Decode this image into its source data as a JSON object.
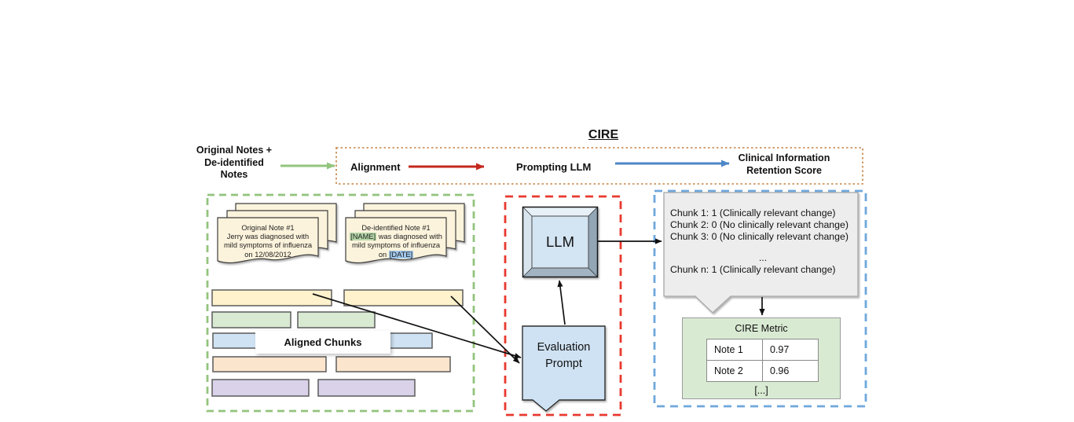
{
  "diagram_title": "CIRE",
  "header": {
    "input_label": "Original Notes +\nDe-identified\nNotes",
    "steps": {
      "alignment": "Alignment",
      "prompting": "Prompting LLM",
      "score": "Clinical Information\nRetention Score"
    }
  },
  "alignment_panel": {
    "original_note": {
      "title": "Original Note #1",
      "line2": "Jerry was diagnosed with",
      "line3": "mild symptoms of influenza",
      "line4": "on 12/08/2012"
    },
    "deid_note": {
      "title": "De-identified Note #1",
      "name_token": "[NAME]",
      "line2_rest": " was diagnosed with",
      "line3": "mild symptoms of influenza",
      "line4_prefix": "on ",
      "date_token": "[DATE]"
    },
    "aligned_chunks_label": "Aligned Chunks"
  },
  "prompting_panel": {
    "llm_label": "LLM",
    "prompt_label": "Evaluation\nPrompt"
  },
  "output_panel": {
    "chunk_results": [
      "Chunk 1: 1 (Clinically relevant change)",
      "Chunk 2: 0 (No clinically relevant change)",
      "Chunk 3: 0 (No clinically relevant change)",
      "...",
      "Chunk n: 1 (Clinically relevant change)"
    ],
    "metric": {
      "title": "CIRE Metric",
      "rows": [
        [
          "Note 1",
          "0.97"
        ],
        [
          "Note 2",
          "0.96"
        ]
      ],
      "footer": "[...]"
    }
  },
  "palette": {
    "chunk_row_colors": [
      "#fff2cc",
      "#d9ead3",
      "#cfe2f3",
      "#fce5cd",
      "#d9d2e9"
    ],
    "note_fill": "#fcf3dc",
    "name_highlight": "#b6d7a8",
    "date_highlight": "#9fc5e8",
    "green_dash": "#93c47d",
    "red_dash": "#e8392e",
    "blue_dash": "#6fa8dc",
    "orange_dot": "#c58243",
    "green_arrow": "#93c47d",
    "red_arrow": "#c4281c",
    "blue_arrow": "#4d87c7",
    "black_arrow": "#111111",
    "llm_fill": "#d3e4f2",
    "prompt_fill": "#cfe2f3",
    "bubble_fill": "#ededed",
    "metric_fill": "#d9ead3"
  }
}
